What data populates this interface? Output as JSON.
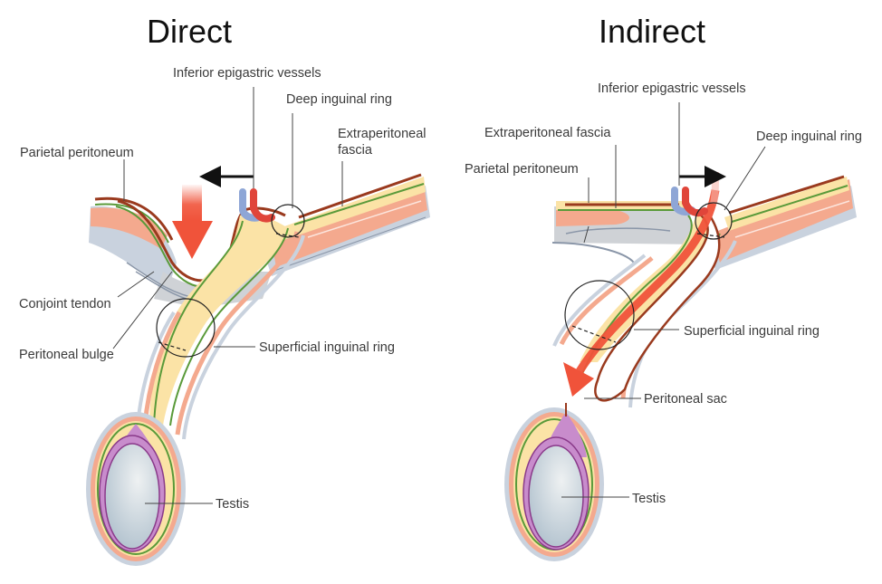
{
  "panels": [
    {
      "title": "Direct",
      "labels": {
        "inferior_epigastric": "Inferior epigastric vessels",
        "deep_ring": "Deep inguinal ring",
        "extraperitoneal_1": "Extraperitoneal",
        "extraperitoneal_2": "fascia",
        "parietal_peritoneum": "Parietal peritoneum",
        "conjoint_tendon": "Conjoint tendon",
        "peritoneal_bulge": "Peritoneal bulge",
        "superficial_ring": "Superficial inguinal ring",
        "testis": "Testis"
      }
    },
    {
      "title": "Indirect",
      "labels": {
        "inferior_epigastric": "Inferior epigastric vessels",
        "extraperitoneal": "Extraperitoneal fascia",
        "deep_ring": "Deep inguinal ring",
        "parietal_peritoneum": "Parietal peritoneum",
        "superficial_ring": "Superficial inguinal ring",
        "peritoneal_sac": "Peritoneal sac",
        "testis": "Testis"
      }
    }
  ],
  "colors": {
    "peritoneum": "#9a3a1e",
    "fat": "#fbe3a6",
    "fascia_line": "#5a9a3a",
    "muscle": "#f4a98e",
    "aponeurosis": "#c9d2de",
    "grey_tissue": "#cfd2d6",
    "hernia_arrow": "#f0533a",
    "vein": "#8ea6d6",
    "artery": "#e0453a",
    "tunica": "#c88ccc",
    "testis": "#c6d4de"
  }
}
